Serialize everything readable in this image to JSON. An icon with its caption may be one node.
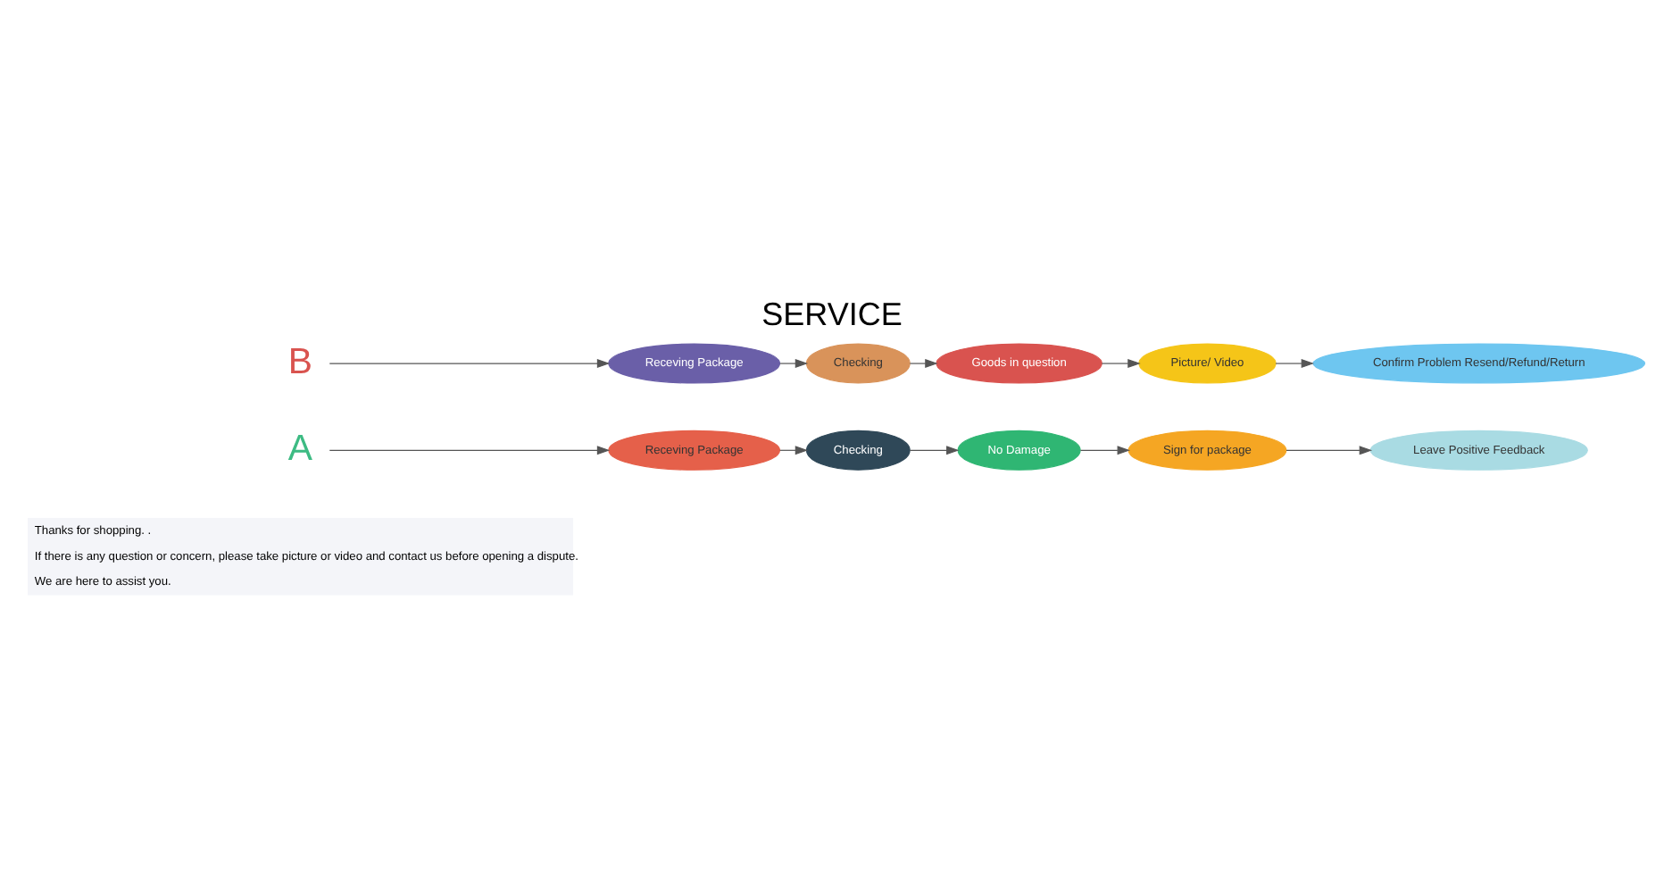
{
  "diagram": {
    "title": "SERVICE",
    "nodes": [
      {
        "text": [
          "A"
        ]
      },
      {
        "text": [
          "Receving Package"
        ]
      },
      {
        "text": [
          "Checking"
        ]
      },
      {
        "text": [
          "No Damage"
        ]
      },
      {
        "text": [
          "Sign for package"
        ]
      },
      {
        "text": [
          "Leave Positive Feedback"
        ]
      },
      {
        "text": [
          "B"
        ]
      },
      {
        "text": [
          "Receving Package"
        ]
      },
      {
        "text": [
          "Checking"
        ]
      },
      {
        "text": [
          "Goods in question"
        ]
      },
      {
        "text": [
          "Picture/ Video"
        ]
      },
      {
        "text": [
          "Confirm Problem Resend/Refund/Return"
        ]
      }
    ],
    "edges": [
      {
        "from": 0,
        "to": 1,
        "arrow": "to"
      },
      {
        "from": 1,
        "to": 2,
        "arrow": "to"
      },
      {
        "from": 2,
        "to": 3,
        "arrow": "to"
      },
      {
        "from": 3,
        "to": 4,
        "arrow": "to"
      },
      {
        "from": 4,
        "to": 5,
        "arrow": "to"
      },
      {
        "from": 6,
        "to": 7,
        "arrow": "to"
      },
      {
        "from": 7,
        "to": 8,
        "arrow": "to"
      },
      {
        "from": 8,
        "to": 9,
        "arrow": "to"
      },
      {
        "from": 9,
        "to": 10,
        "arrow": "to"
      },
      {
        "from": 10,
        "to": 11,
        "arrow": "to"
      }
    ],
    "labels": [
      "Thanks for shopping. .",
      "If there is any question or concern, please take picture or video and contact us before opening a dispute.",
      "We are here to assist you."
    ]
  }
}
